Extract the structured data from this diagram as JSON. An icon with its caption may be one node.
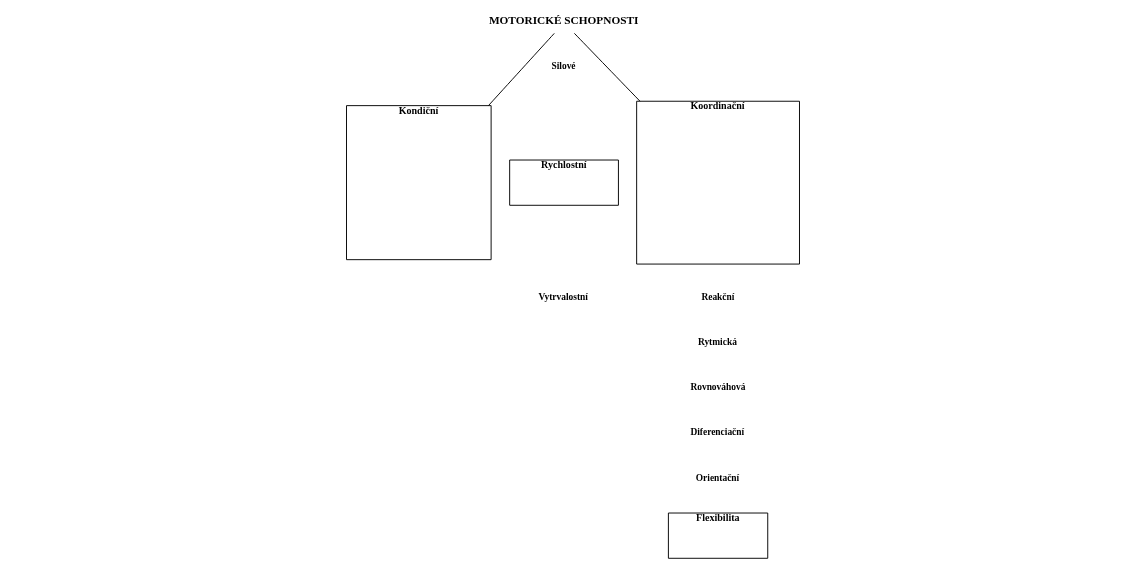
{
  "diagram": {
    "nodes": [
      {
        "text": [
          "MOTORICKÉ SCHOPNOSTI"
        ]
      },
      {
        "text": [
          "Kondiční"
        ]
      },
      {
        "text": [
          "Koordinační"
        ]
      },
      {
        "text": [
          "Rychlostní"
        ]
      },
      {
        "text": [
          "Flexibilita"
        ]
      }
    ],
    "edges": [
      {
        "from": 0,
        "to": 1,
        "arrow": "none"
      },
      {
        "from": 0,
        "to": 2,
        "arrow": "none"
      }
    ],
    "labels": [
      "Silové",
      "Reakční",
      "Rytmická",
      "Rovnováhová",
      "Diferenciační",
      "Orientační",
      "Vytrvalostní"
    ]
  }
}
